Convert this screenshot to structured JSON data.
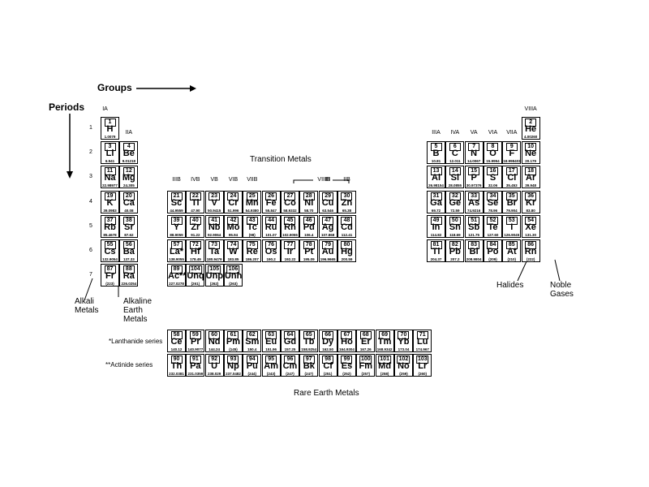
{
  "labels": {
    "groups": "Groups",
    "periods": "Periods",
    "transition_metals": "Transition Metals",
    "alkali_metals": [
      "Alkali",
      "Metals"
    ],
    "alkaline_earth_metals": [
      "Alkaline",
      "Earth",
      "Metals"
    ],
    "halides": "Halides",
    "noble_gases": [
      "Noble",
      "Gases"
    ],
    "lanthanide_series": "*Lanthanide series",
    "actinide_series": "**Actinide series",
    "rare_earth_metals": "Rare Earth Metals",
    "viiib_group": "VIIIB"
  },
  "periods": [
    "1",
    "2",
    "3",
    "4",
    "5",
    "6",
    "7"
  ],
  "group_labels": [
    {
      "text": "IA",
      "col": 1
    },
    {
      "text": "IIA",
      "col": 2
    },
    {
      "text": "IIIB",
      "col": 3
    },
    {
      "text": "IVB",
      "col": 4
    },
    {
      "text": "VB",
      "col": 5
    },
    {
      "text": "VIB",
      "col": 6
    },
    {
      "text": "VIIB",
      "col": 7
    },
    {
      "text": "IB",
      "col": 11
    },
    {
      "text": "IIB",
      "col": 12
    },
    {
      "text": "IIIA",
      "col": 13
    },
    {
      "text": "IVA",
      "col": 14
    },
    {
      "text": "VA",
      "col": 15
    },
    {
      "text": "VIA",
      "col": 16
    },
    {
      "text": "VIIA",
      "col": 17
    },
    {
      "text": "VIIIA",
      "col": 18
    }
  ],
  "elements": [
    {
      "n": "1",
      "s": "H",
      "m": "1.0079",
      "r": 1,
      "c": 1
    },
    {
      "n": "2",
      "s": "He",
      "m": "4.00260",
      "r": 1,
      "c": 18
    },
    {
      "n": "3",
      "s": "Li",
      "m": "6.941",
      "r": 2,
      "c": 1
    },
    {
      "n": "4",
      "s": "Be",
      "m": "9.01218",
      "r": 2,
      "c": 2
    },
    {
      "n": "5",
      "s": "B",
      "m": "10.81",
      "r": 2,
      "c": 13
    },
    {
      "n": "6",
      "s": "C",
      "m": "12.011",
      "r": 2,
      "c": 14
    },
    {
      "n": "7",
      "s": "N",
      "m": "14.0067",
      "r": 2,
      "c": 15
    },
    {
      "n": "8",
      "s": "O",
      "m": "15.9994",
      "r": 2,
      "c": 16
    },
    {
      "n": "9",
      "s": "F",
      "m": "18.998403",
      "r": 2,
      "c": 17
    },
    {
      "n": "10",
      "s": "Ne",
      "m": "20.179",
      "r": 2,
      "c": 18
    },
    {
      "n": "11",
      "s": "Na",
      "m": "22.98977",
      "r": 3,
      "c": 1
    },
    {
      "n": "12",
      "s": "Mg",
      "m": "24.305",
      "r": 3,
      "c": 2
    },
    {
      "n": "13",
      "s": "Al",
      "m": "26.98154",
      "r": 3,
      "c": 13
    },
    {
      "n": "14",
      "s": "Si",
      "m": "28.0855",
      "r": 3,
      "c": 14
    },
    {
      "n": "15",
      "s": "P",
      "m": "30.97376",
      "r": 3,
      "c": 15
    },
    {
      "n": "16",
      "s": "S",
      "m": "32.06",
      "r": 3,
      "c": 16
    },
    {
      "n": "17",
      "s": "Cl",
      "m": "35.453",
      "r": 3,
      "c": 17
    },
    {
      "n": "18",
      "s": "Ar",
      "m": "39.948",
      "r": 3,
      "c": 18
    },
    {
      "n": "19",
      "s": "K",
      "m": "39.0983",
      "r": 4,
      "c": 1
    },
    {
      "n": "20",
      "s": "Ca",
      "m": "40.08",
      "r": 4,
      "c": 2
    },
    {
      "n": "21",
      "s": "Sc",
      "m": "44.9559",
      "r": 4,
      "c": 3
    },
    {
      "n": "22",
      "s": "Ti",
      "m": "47.90",
      "r": 4,
      "c": 4
    },
    {
      "n": "23",
      "s": "V",
      "m": "50.9415",
      "r": 4,
      "c": 5
    },
    {
      "n": "24",
      "s": "Cr",
      "m": "51.996",
      "r": 4,
      "c": 6
    },
    {
      "n": "25",
      "s": "Mn",
      "m": "54.9380",
      "r": 4,
      "c": 7
    },
    {
      "n": "26",
      "s": "Fe",
      "m": "55.847",
      "r": 4,
      "c": 8
    },
    {
      "n": "27",
      "s": "Co",
      "m": "58.9332",
      "r": 4,
      "c": 9
    },
    {
      "n": "28",
      "s": "Ni",
      "m": "58.70",
      "r": 4,
      "c": 10
    },
    {
      "n": "29",
      "s": "Cu",
      "m": "63.546",
      "r": 4,
      "c": 11
    },
    {
      "n": "30",
      "s": "Zn",
      "m": "65.38",
      "r": 4,
      "c": 12
    },
    {
      "n": "31",
      "s": "Ga",
      "m": "69.72",
      "r": 4,
      "c": 13
    },
    {
      "n": "32",
      "s": "Ge",
      "m": "72.59",
      "r": 4,
      "c": 14
    },
    {
      "n": "33",
      "s": "As",
      "m": "74.9216",
      "r": 4,
      "c": 15
    },
    {
      "n": "34",
      "s": "Se",
      "m": "78.96",
      "r": 4,
      "c": 16
    },
    {
      "n": "35",
      "s": "Br",
      "m": "79.904",
      "r": 4,
      "c": 17
    },
    {
      "n": "36",
      "s": "Kr",
      "m": "83.80",
      "r": 4,
      "c": 18
    },
    {
      "n": "37",
      "s": "Rb",
      "m": "85.4678",
      "r": 5,
      "c": 1
    },
    {
      "n": "38",
      "s": "Sr",
      "m": "87.62",
      "r": 5,
      "c": 2
    },
    {
      "n": "39",
      "s": "Y",
      "m": "88.9059",
      "r": 5,
      "c": 3
    },
    {
      "n": "40",
      "s": "Zr",
      "m": "91.22",
      "r": 5,
      "c": 4
    },
    {
      "n": "41",
      "s": "Nb",
      "m": "92.9064",
      "r": 5,
      "c": 5
    },
    {
      "n": "42",
      "s": "Mo",
      "m": "95.94",
      "r": 5,
      "c": 6
    },
    {
      "n": "43",
      "s": "Tc",
      "m": "(98)",
      "r": 5,
      "c": 7
    },
    {
      "n": "44",
      "s": "Ru",
      "m": "101.07",
      "r": 5,
      "c": 8
    },
    {
      "n": "45",
      "s": "Rh",
      "m": "102.9055",
      "r": 5,
      "c": 9
    },
    {
      "n": "46",
      "s": "Pd",
      "m": "106.4",
      "r": 5,
      "c": 10
    },
    {
      "n": "47",
      "s": "Ag",
      "m": "107.868",
      "r": 5,
      "c": 11
    },
    {
      "n": "48",
      "s": "Cd",
      "m": "112.41",
      "r": 5,
      "c": 12
    },
    {
      "n": "49",
      "s": "In",
      "m": "114.82",
      "r": 5,
      "c": 13
    },
    {
      "n": "50",
      "s": "Sn",
      "m": "118.69",
      "r": 5,
      "c": 14
    },
    {
      "n": "51",
      "s": "Sb",
      "m": "121.75",
      "r": 5,
      "c": 15
    },
    {
      "n": "52",
      "s": "Te",
      "m": "127.60",
      "r": 5,
      "c": 16
    },
    {
      "n": "53",
      "s": "I",
      "m": "126.9045",
      "r": 5,
      "c": 17
    },
    {
      "n": "54",
      "s": "Xe",
      "m": "131.30",
      "r": 5,
      "c": 18
    },
    {
      "n": "55",
      "s": "Cs",
      "m": "132.9054",
      "r": 6,
      "c": 1
    },
    {
      "n": "56",
      "s": "Ba",
      "m": "137.33",
      "r": 6,
      "c": 2
    },
    {
      "n": "57",
      "s": "La*",
      "m": "138.9055",
      "r": 6,
      "c": 3
    },
    {
      "n": "72",
      "s": "Hf",
      "m": "178.49",
      "r": 6,
      "c": 4
    },
    {
      "n": "73",
      "s": "Ta",
      "m": "180.9479",
      "r": 6,
      "c": 5
    },
    {
      "n": "74",
      "s": "W",
      "m": "183.85",
      "r": 6,
      "c": 6
    },
    {
      "n": "75",
      "s": "Re",
      "m": "186.207",
      "r": 6,
      "c": 7
    },
    {
      "n": "76",
      "s": "Os",
      "m": "190.2",
      "r": 6,
      "c": 8
    },
    {
      "n": "77",
      "s": "Ir",
      "m": "192.22",
      "r": 6,
      "c": 9
    },
    {
      "n": "78",
      "s": "Pt",
      "m": "195.09",
      "r": 6,
      "c": 10
    },
    {
      "n": "79",
      "s": "Au",
      "m": "196.9665",
      "r": 6,
      "c": 11
    },
    {
      "n": "80",
      "s": "Hg",
      "m": "200.59",
      "r": 6,
      "c": 12
    },
    {
      "n": "81",
      "s": "Tl",
      "m": "204.37",
      "r": 6,
      "c": 13
    },
    {
      "n": "82",
      "s": "Pb",
      "m": "207.2",
      "r": 6,
      "c": 14
    },
    {
      "n": "83",
      "s": "Bi",
      "m": "208.9804",
      "r": 6,
      "c": 15
    },
    {
      "n": "84",
      "s": "Po",
      "m": "(209)",
      "r": 6,
      "c": 16
    },
    {
      "n": "85",
      "s": "At",
      "m": "(210)",
      "r": 6,
      "c": 17
    },
    {
      "n": "86",
      "s": "Rn",
      "m": "(222)",
      "r": 6,
      "c": 18
    },
    {
      "n": "87",
      "s": "Fr",
      "m": "(223)",
      "r": 7,
      "c": 1
    },
    {
      "n": "88",
      "s": "Ra",
      "m": "226.0254",
      "r": 7,
      "c": 2
    },
    {
      "n": "89",
      "s": "Ac**",
      "m": "227.0278",
      "r": 7,
      "c": 3
    },
    {
      "n": "104",
      "s": "Unq",
      "m": "(261)",
      "r": 7,
      "c": 4
    },
    {
      "n": "105",
      "s": "Unp",
      "m": "(262)",
      "r": 7,
      "c": 5
    },
    {
      "n": "106",
      "s": "Unh",
      "m": "(263)",
      "r": 7,
      "c": 6
    }
  ],
  "lanthanides": [
    {
      "n": "58",
      "s": "Ce",
      "m": "140.12"
    },
    {
      "n": "59",
      "s": "Pr",
      "m": "140.9077"
    },
    {
      "n": "60",
      "s": "Nd",
      "m": "144.24"
    },
    {
      "n": "61",
      "s": "Pm",
      "m": "(145)"
    },
    {
      "n": "62",
      "s": "Sm",
      "m": "150.4"
    },
    {
      "n": "63",
      "s": "Eu",
      "m": "151.96"
    },
    {
      "n": "64",
      "s": "Gd",
      "m": "157.25"
    },
    {
      "n": "65",
      "s": "Tb",
      "m": "158.9254"
    },
    {
      "n": "66",
      "s": "Dy",
      "m": "162.50"
    },
    {
      "n": "67",
      "s": "Ho",
      "m": "164.9304"
    },
    {
      "n": "68",
      "s": "Er",
      "m": "167.26"
    },
    {
      "n": "69",
      "s": "Tm",
      "m": "168.9342"
    },
    {
      "n": "70",
      "s": "Yb",
      "m": "173.04"
    },
    {
      "n": "71",
      "s": "Lu",
      "m": "174.967"
    }
  ],
  "actinides": [
    {
      "n": "90",
      "s": "Th",
      "m": "232.0381"
    },
    {
      "n": "91",
      "s": "Pa",
      "m": "231.0359"
    },
    {
      "n": "92",
      "s": "U",
      "m": "238.029"
    },
    {
      "n": "93",
      "s": "Np",
      "m": "237.0482"
    },
    {
      "n": "94",
      "s": "Pu",
      "m": "(244)"
    },
    {
      "n": "95",
      "s": "Am",
      "m": "(243)"
    },
    {
      "n": "96",
      "s": "Cm",
      "m": "(247)"
    },
    {
      "n": "97",
      "s": "Bk",
      "m": "(247)"
    },
    {
      "n": "98",
      "s": "Cf",
      "m": "(251)"
    },
    {
      "n": "99",
      "s": "Es",
      "m": "(252)"
    },
    {
      "n": "100",
      "s": "Fm",
      "m": "(257)"
    },
    {
      "n": "101",
      "s": "Md",
      "m": "(258)"
    },
    {
      "n": "102",
      "s": "No",
      "m": "(259)"
    },
    {
      "n": "103",
      "s": "Lr",
      "m": "(260)"
    }
  ]
}
